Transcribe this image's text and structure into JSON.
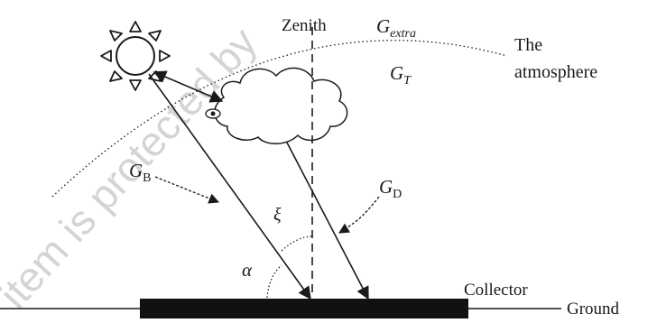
{
  "labels": {
    "zenith": "Zenith",
    "g_extra_main": "G",
    "g_extra_sub": "extra",
    "atmosphere_line1": "The",
    "atmosphere_line2": "atmosphere",
    "g_t_main": "G",
    "g_t_sub": "T",
    "g_b_main": "G",
    "g_b_sub": "B",
    "g_d_main": "G",
    "g_d_sub": "D",
    "xi": "ξ",
    "alpha": "α",
    "collector": "Collector",
    "ground": "Ground"
  },
  "watermark": {
    "text": "item is protected by"
  },
  "colors": {
    "ink": "#1a1a1a",
    "collector_fill": "#111111",
    "watermark": "#d4d4d4"
  }
}
